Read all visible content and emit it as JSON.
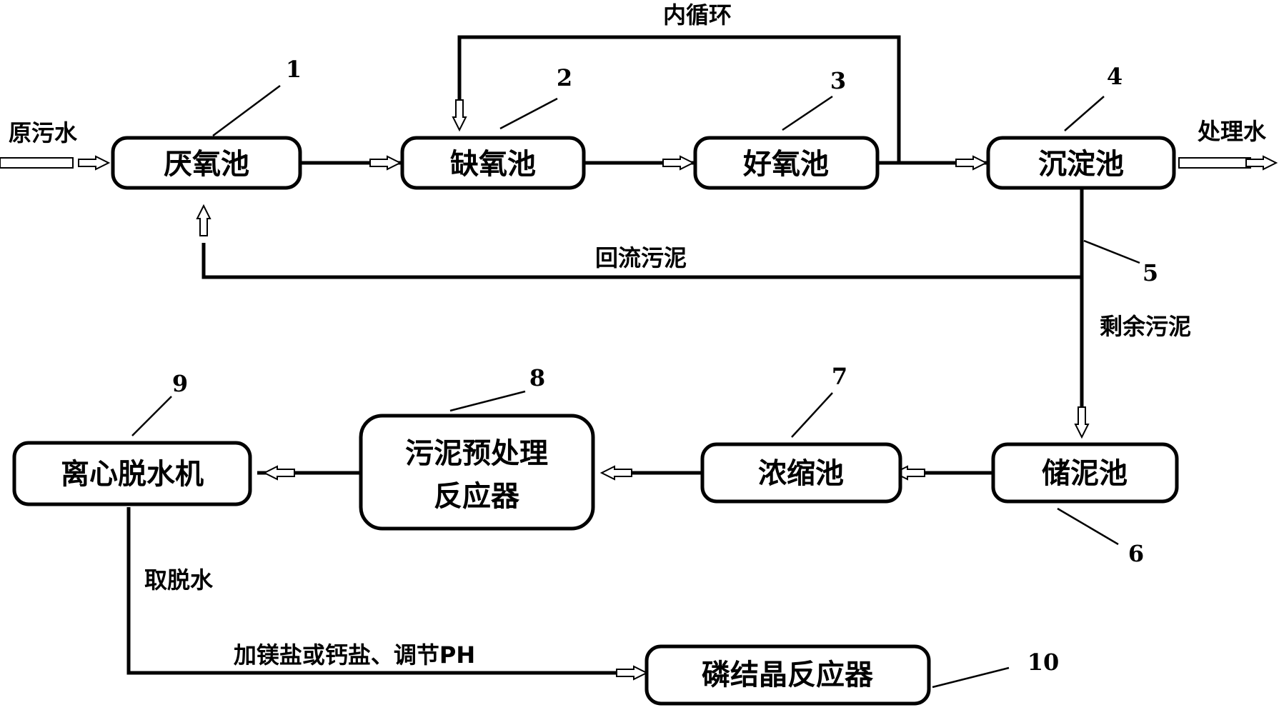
{
  "units": [
    {
      "name": "anaerobic-tank",
      "label": "厌氧池",
      "number": "1"
    },
    {
      "name": "anoxic-tank",
      "label": "缺氧池",
      "number": "2"
    },
    {
      "name": "aerobic-tank",
      "label": "好氧池",
      "number": "3"
    },
    {
      "name": "sedimentation-tank",
      "label": "沉淀池",
      "number": "4"
    },
    {
      "name": "sludge-storage-tank",
      "label": "储泥池",
      "number": "6"
    },
    {
      "name": "thickening-tank",
      "label": "浓缩池",
      "number": "7"
    },
    {
      "name": "sludge-pretreatment-reactor",
      "label_line1": "污泥预处理",
      "label_line2": "反应器",
      "number": "8"
    },
    {
      "name": "centrifugal-dewaterer",
      "label": "离心脱水机",
      "number": "9"
    },
    {
      "name": "phosphorus-crystallization-reactor",
      "label": "磷结晶反应器",
      "number": "10"
    }
  ],
  "flows": {
    "raw_sewage": "原污水",
    "treated_water": "处理水",
    "internal_recycle": "内循环",
    "return_sludge": "回流污泥",
    "excess_sludge": "剩余污泥",
    "excess_sludge_pipe_number": "5",
    "take_dewatering_liquid": "取脱水",
    "add_salt_adjust_ph": "加镁盐或钙盐、调节PH"
  }
}
